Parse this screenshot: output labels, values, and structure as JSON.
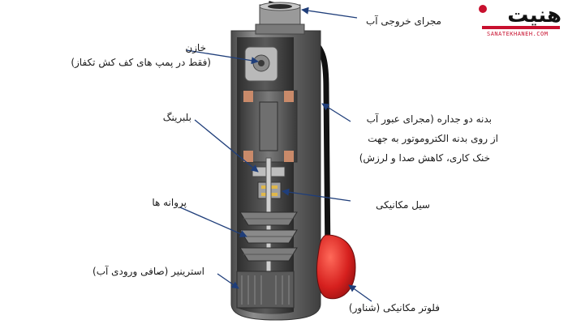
{
  "title": "",
  "logo": {
    "text": "هنیت",
    "subtitle": "SANATEKHANEH.COM"
  },
  "labels": {
    "outlet": "مجرای خروجی آب",
    "capacitor_line1": "خازن",
    "capacitor_line2": "(فقط در پمپ های کف کش تکفاز)",
    "bearing": "بلبرینگ",
    "double_wall_line1": "بدنه دو جداره (مجرای عبور آب",
    "double_wall_line2": "از روی بدنه الکتروموتور به جهت",
    "double_wall_line3": "خنک کاری، کاهش صدا و لرزش)",
    "mech_seal": "سیل مکانیکی",
    "impellers": "پروانه ها",
    "strainer": "استرینیر (صافی ورودی آب)",
    "float": "فلوتر مکانیکی (شناور)"
  },
  "colors": {
    "accent": "#c8102e",
    "float": "#d6201e",
    "body": "#6a6a6a",
    "copper": "#c98a6a",
    "arrow": "#1f3e7a"
  }
}
